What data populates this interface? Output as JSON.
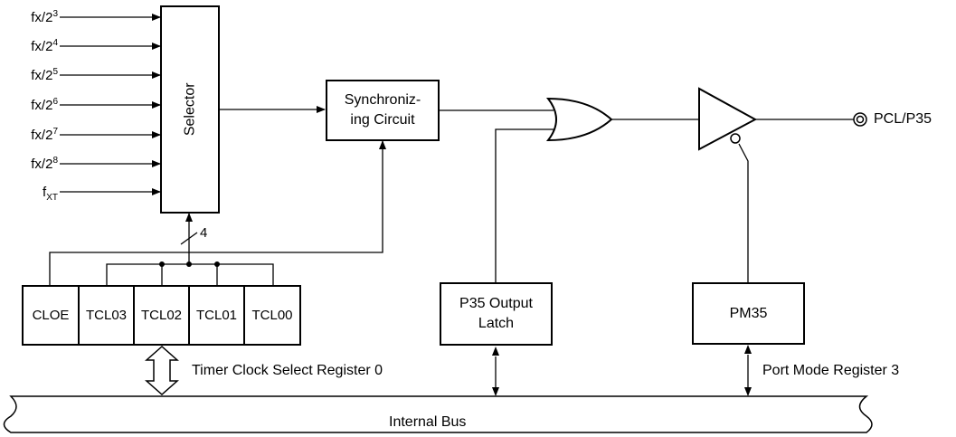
{
  "inputs": [
    {
      "base": "fx/2",
      "sup": "3",
      "sub": ""
    },
    {
      "base": "fx/2",
      "sup": "4",
      "sub": ""
    },
    {
      "base": "fx/2",
      "sup": "5",
      "sub": ""
    },
    {
      "base": "fx/2",
      "sup": "6",
      "sub": ""
    },
    {
      "base": "fx/2",
      "sup": "7",
      "sub": ""
    },
    {
      "base": "fx/2",
      "sup": "8",
      "sub": ""
    },
    {
      "base": "f",
      "sup": "",
      "sub": "XT"
    }
  ],
  "selector": {
    "label": "Selector"
  },
  "bus_width": "4",
  "sync": {
    "label": "Synchronizing\nCircuit"
  },
  "sync_line1": "Synchroniz-",
  "sync_line2": "ing Circuit",
  "output": {
    "label": "PCL/P35"
  },
  "register_cells": [
    "CLOE",
    "TCL03",
    "TCL02",
    "TCL01",
    "TCL00"
  ],
  "tcs_label": "Timer Clock Select Register 0",
  "latch": {
    "line1": "P35 Output",
    "line2": "Latch"
  },
  "pm35": {
    "label": "PM35"
  },
  "pmr_label": "Port Mode Register 3",
  "bus_label": "Internal Bus"
}
